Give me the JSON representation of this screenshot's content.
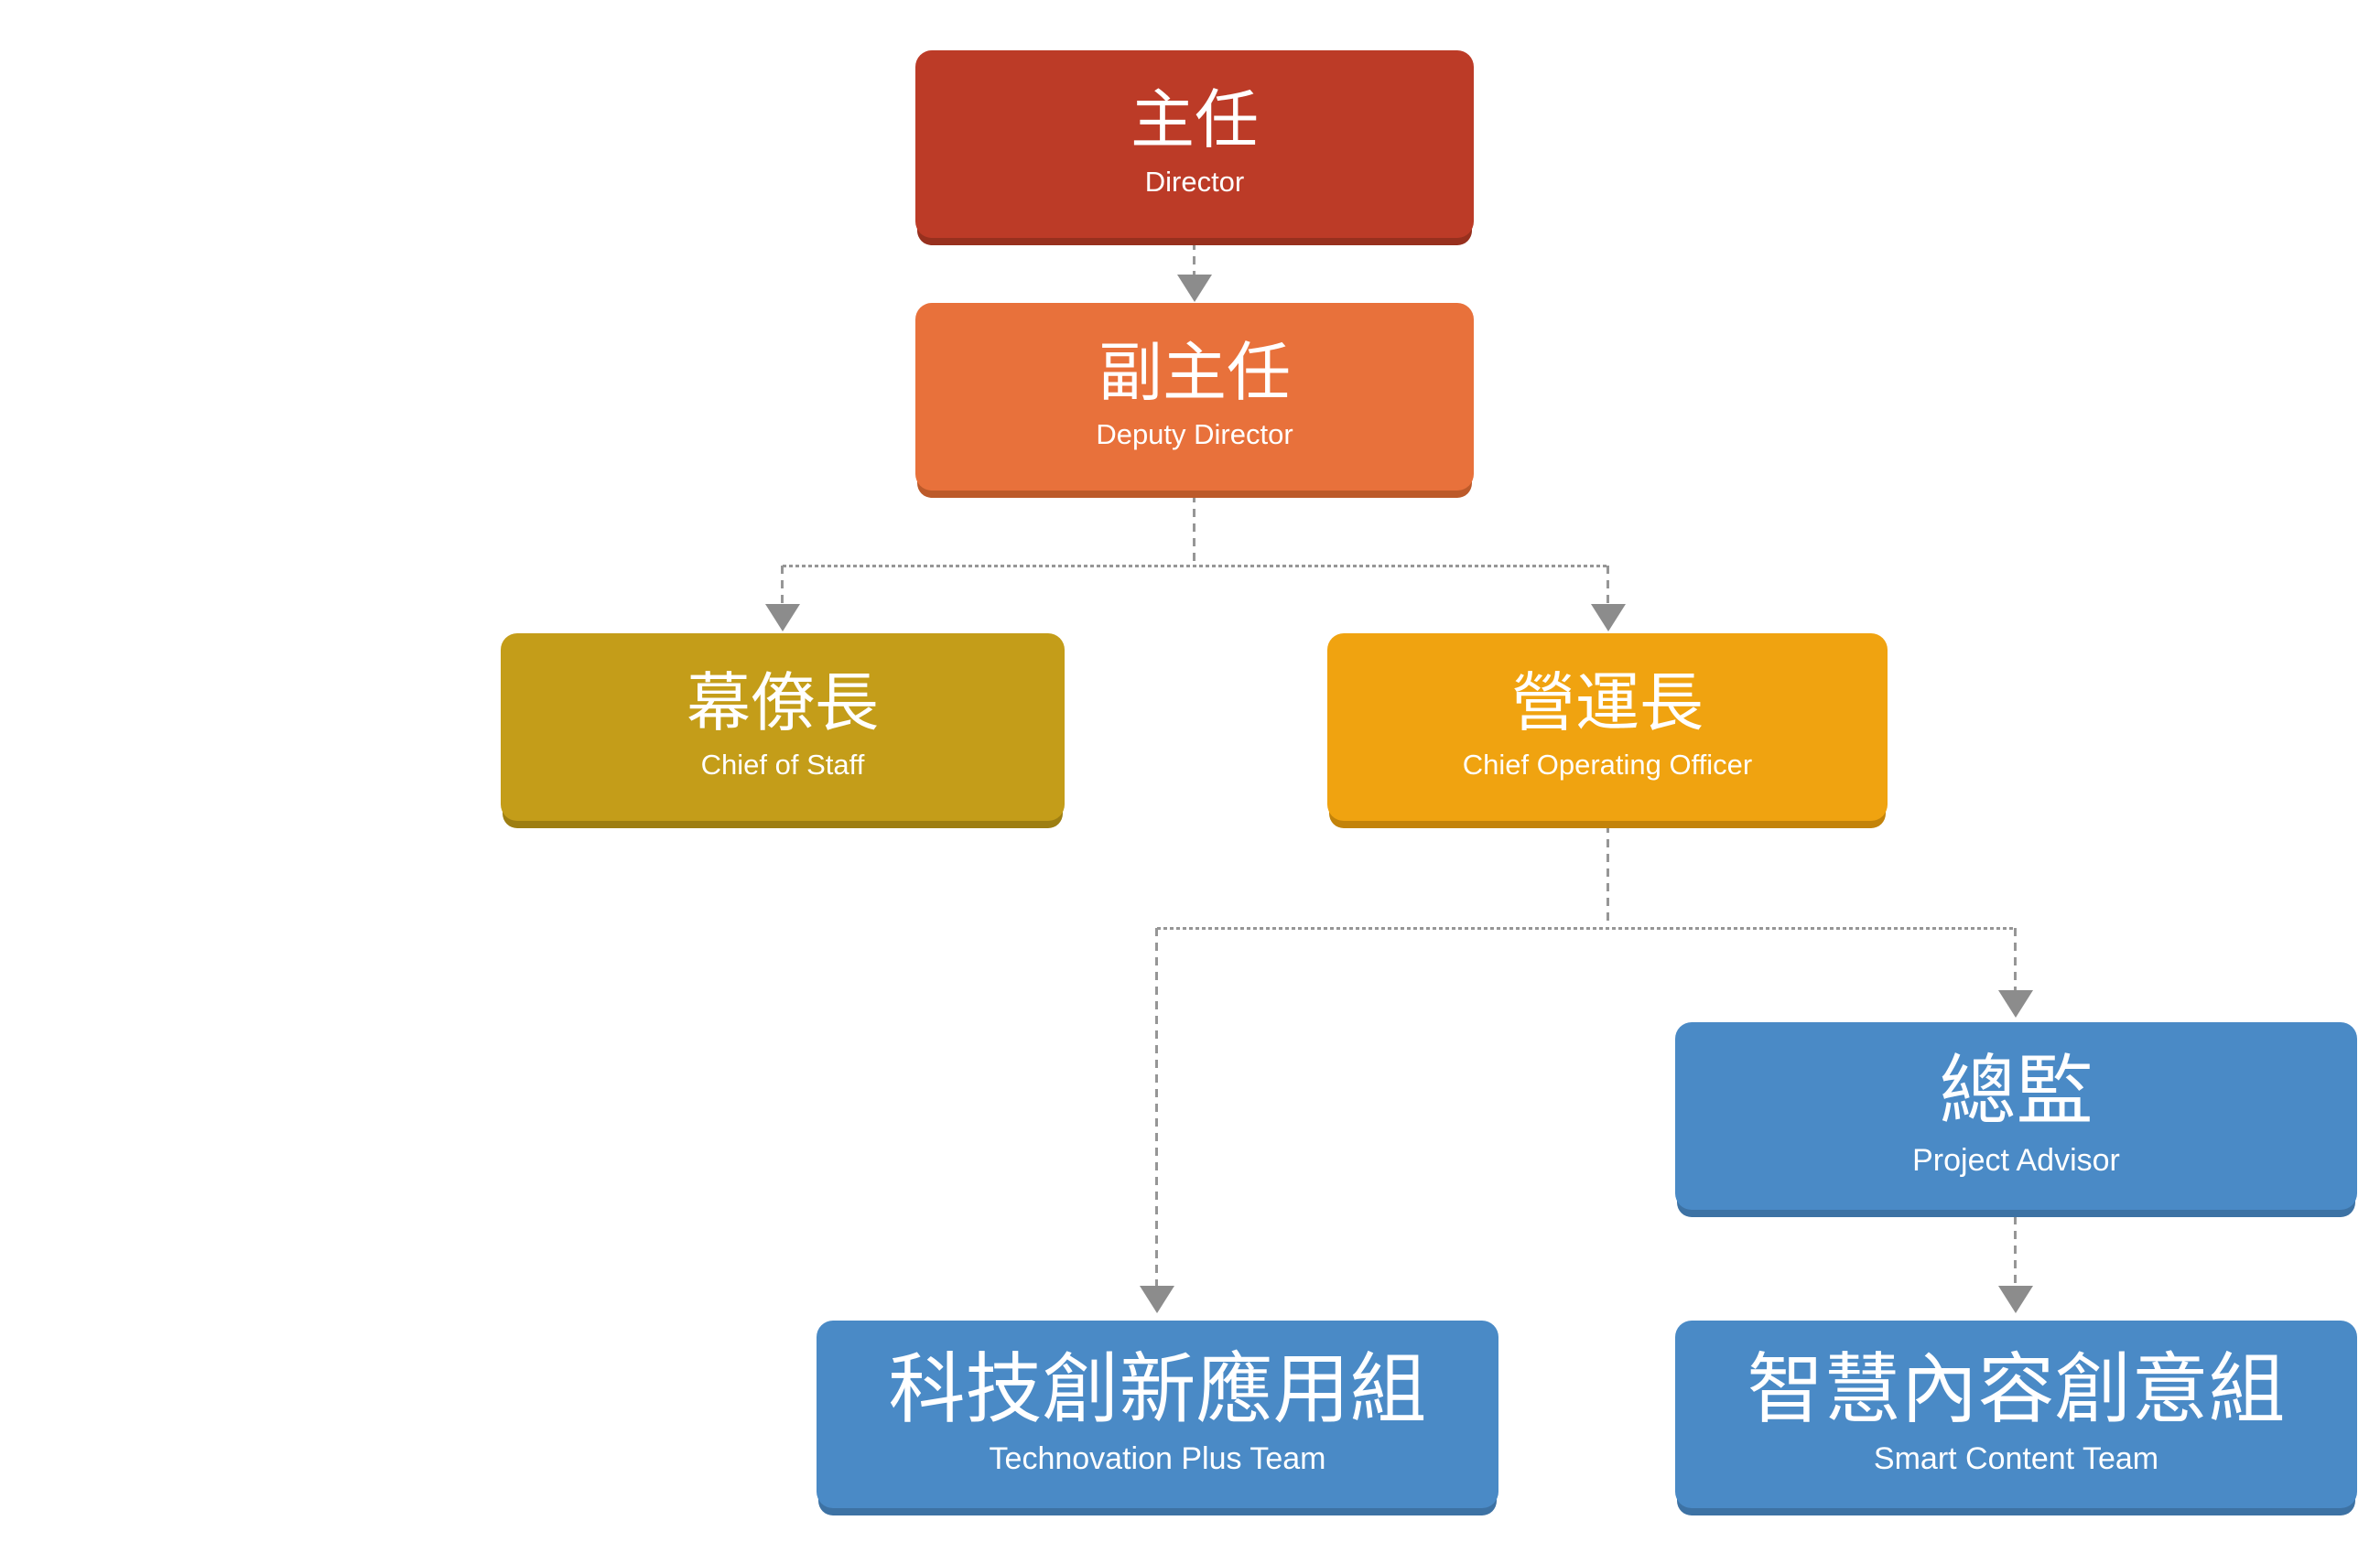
{
  "diagram_type": "org-chart",
  "connector_style": {
    "line_color": "#969696",
    "arrow_color": "#8C8C8C"
  },
  "nodes": {
    "director": {
      "title": "主任",
      "subtitle": "Director",
      "fill": "#BC3B27",
      "shadow": "#97301E"
    },
    "deputy_director": {
      "title": "副主任",
      "subtitle": "Deputy Director",
      "fill": "#E8713B",
      "shadow": "#BC5A2A"
    },
    "chief_of_staff": {
      "title": "幕僚長",
      "subtitle": "Chief of Staff",
      "fill": "#C49D19",
      "shadow": "#9D7E12"
    },
    "coo": {
      "title": "營運長",
      "subtitle": "Chief Operating Officer",
      "fill": "#F0A310",
      "shadow": "#C3830A"
    },
    "project_advisor": {
      "title": "總監",
      "subtitle": "Project Advisor",
      "fill": "#4A8AC6",
      "shadow": "#3D72A4"
    },
    "technovation_team": {
      "title": "科技創新應用組",
      "subtitle": "Technovation Plus Team",
      "fill": "#4A8AC6",
      "shadow": "#3D72A4"
    },
    "smart_content_team": {
      "title": "智慧內容創意組",
      "subtitle": "Smart Content Team",
      "fill": "#4A8AC6",
      "shadow": "#3D72A4"
    }
  },
  "edges": [
    {
      "from": "director",
      "to": "deputy_director"
    },
    {
      "from": "deputy_director",
      "to": "chief_of_staff"
    },
    {
      "from": "deputy_director",
      "to": "coo"
    },
    {
      "from": "coo",
      "to": "technovation_team"
    },
    {
      "from": "coo",
      "to": "project_advisor"
    },
    {
      "from": "project_advisor",
      "to": "smart_content_team"
    }
  ]
}
